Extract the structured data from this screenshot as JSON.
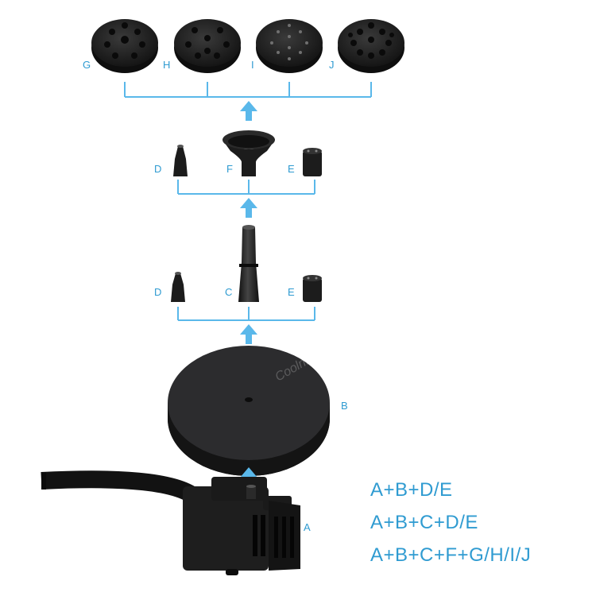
{
  "parts": {
    "A": "A",
    "B": "B",
    "C": "C",
    "D": "D",
    "E": "E",
    "F": "F",
    "G": "G",
    "H": "H",
    "I": "I",
    "J": "J"
  },
  "combinations": [
    "A+B+D/E",
    "A+B+C+D/E",
    "A+B+C+F+G/H/I/J"
  ],
  "colors": {
    "accent": "#2f9bd1",
    "part": "#1c1c1c",
    "arrow": "#5ab8ea"
  }
}
